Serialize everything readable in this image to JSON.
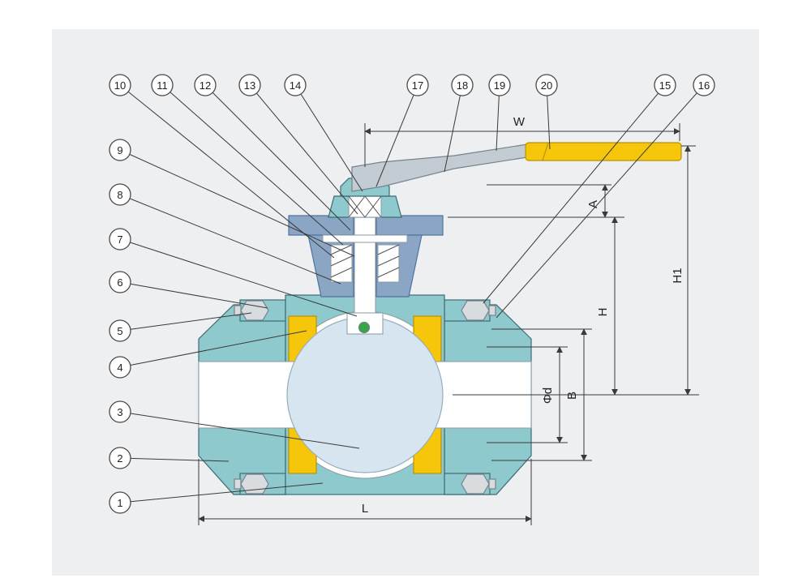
{
  "balloons": [
    "1",
    "2",
    "3",
    "4",
    "5",
    "6",
    "7",
    "8",
    "9",
    "10",
    "11",
    "12",
    "13",
    "14",
    "15",
    "16",
    "17",
    "18",
    "19",
    "20"
  ],
  "dimensions": {
    "W": "W",
    "A": "A",
    "H": "H",
    "H1": "H1",
    "phi_d": "Φd",
    "B": "B",
    "L": "L"
  },
  "colors": {
    "panel": "#edeff1",
    "body_teal": "#8ec9ce",
    "bonnet_steel": "#8ba5c5",
    "seat_yellow": "#f6c60a",
    "grip_yellow": "#f6c60a",
    "ball_blue": "#d6e5ef",
    "lever_gray": "#c3ccd3",
    "bolt_gray": "#d8dcdf",
    "indicator_green": "#35a845",
    "line": "#3a3a3a"
  }
}
